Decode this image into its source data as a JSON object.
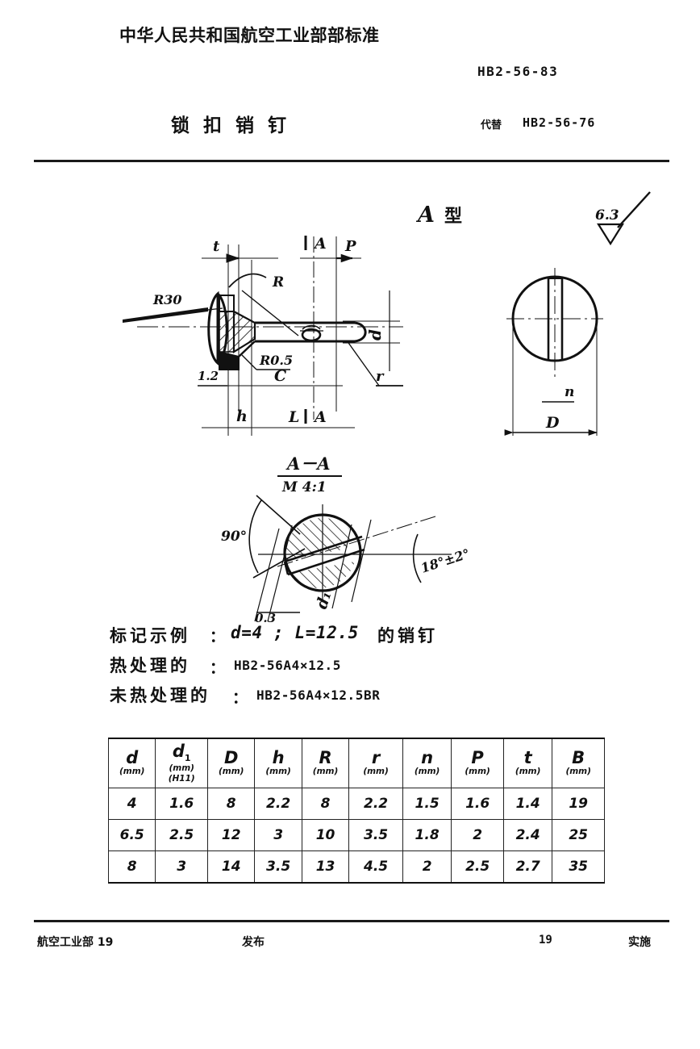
{
  "header": {
    "ministry": "中华人民共和国航空工业部部标准",
    "standard_code": "HB2-56-83",
    "title": "锁扣销钉",
    "replaces_label": "代替",
    "replaces_code": "HB2-56-76"
  },
  "drawing": {
    "type_label": "A 型",
    "roughness_value": "6.3",
    "section_title": "A－A",
    "section_scale": "M 4:1",
    "main_view_labels": {
      "t": "t",
      "r30": "R30",
      "r05": "R0.5",
      "dim_1_2": "1.2",
      "h": "h",
      "c": "C",
      "l": "L",
      "section_mark_top": "A",
      "section_mark_bottom": "A",
      "p": "P",
      "d": "d",
      "r_head": "R",
      "r_fillet": "r"
    },
    "end_view_labels": {
      "n": "n",
      "D": "D"
    },
    "section_labels": {
      "angle_90": "90°",
      "width_03": "0.3",
      "d1": "d₁",
      "angle_18": "18°±2°"
    }
  },
  "notes": [
    {
      "cn": "标记示例",
      "colon": "：",
      "value": "d=4 ; L=12.5",
      "tail": "的销钉"
    },
    {
      "cn": "热处理的",
      "colon": "：",
      "value": "HB2-56A4×12.5",
      "tail": ""
    },
    {
      "cn": "未热处理的",
      "colon": "：",
      "value": "HB2-56A4×12.5BR",
      "tail": ""
    }
  ],
  "table": {
    "columns": [
      {
        "symbol": "d",
        "sub": "",
        "unit1": "(mm)",
        "unit2": ""
      },
      {
        "symbol": "d",
        "sub": "1",
        "unit1": "(mm)",
        "unit2": "(H11)"
      },
      {
        "symbol": "D",
        "sub": "",
        "unit1": "(mm)",
        "unit2": ""
      },
      {
        "symbol": "h",
        "sub": "",
        "unit1": "(mm)",
        "unit2": ""
      },
      {
        "symbol": "R",
        "sub": "",
        "unit1": "(mm)",
        "unit2": ""
      },
      {
        "symbol": "r",
        "sub": "",
        "unit1": "(mm)",
        "unit2": ""
      },
      {
        "symbol": "n",
        "sub": "",
        "unit1": "(mm)",
        "unit2": ""
      },
      {
        "symbol": "P",
        "sub": "",
        "unit1": "(mm)",
        "unit2": ""
      },
      {
        "symbol": "t",
        "sub": "",
        "unit1": "(mm)",
        "unit2": ""
      },
      {
        "symbol": "B",
        "sub": "",
        "unit1": "(mm)",
        "unit2": ""
      }
    ],
    "rows": [
      [
        "4",
        "1.6",
        "8",
        "2.2",
        "8",
        "2.2",
        "1.5",
        "1.6",
        "1.4",
        "19"
      ],
      [
        "6.5",
        "2.5",
        "12",
        "3",
        "10",
        "3.5",
        "1.8",
        "2",
        "2.4",
        "25"
      ],
      [
        "8",
        "3",
        "14",
        "3.5",
        "13",
        "4.5",
        "2",
        "2.5",
        "2.7",
        "35"
      ]
    ]
  },
  "footer": {
    "issuer": "航空工业部 19",
    "publish": "发布",
    "year2": "19",
    "effect": "实施"
  },
  "colors": {
    "ink": "#111111",
    "paper": "#ffffff"
  }
}
